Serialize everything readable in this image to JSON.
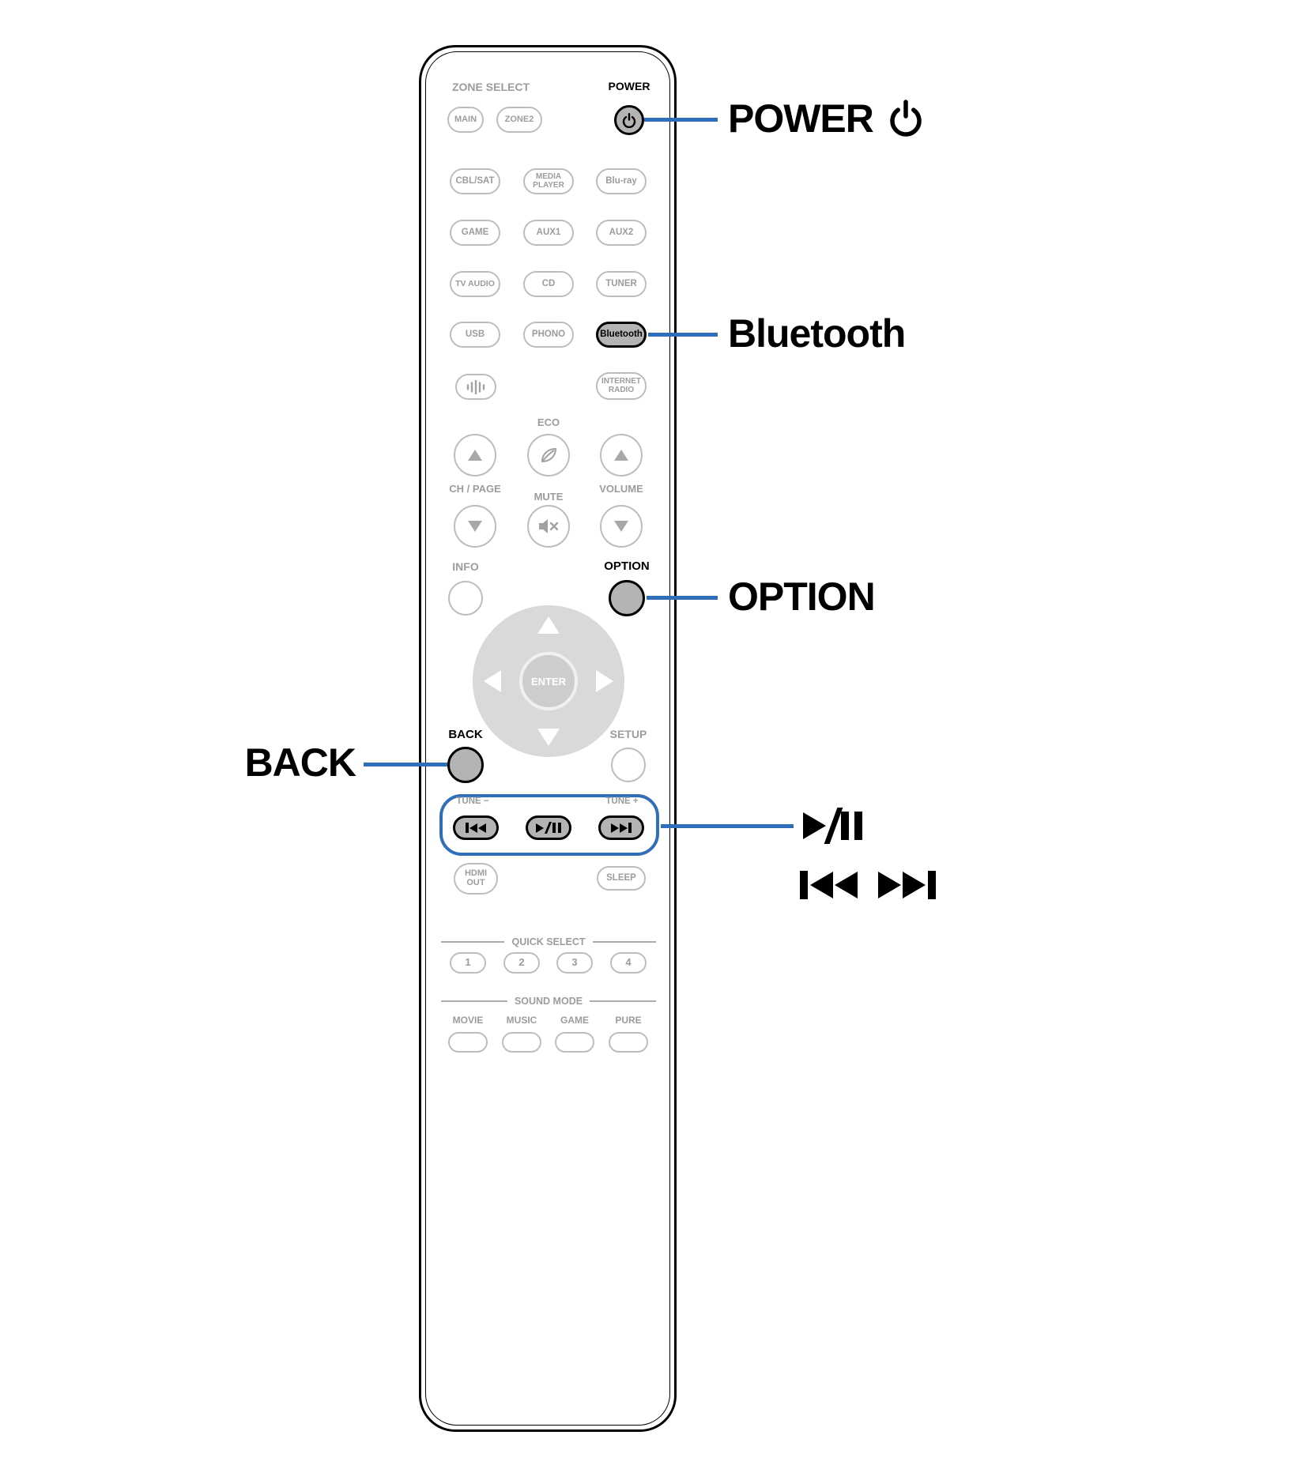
{
  "colors": {
    "accent_blue": "#2f6eb8",
    "button_highlight": "#b4b4b4"
  },
  "icons": {
    "power": "power-icon",
    "mute": "speaker-mute-icon",
    "eco": "leaf-icon",
    "network": "equalizer-icon",
    "play_pause": "play-pause-icon",
    "skip_back": "skip-back-icon",
    "skip_forward": "skip-forward-icon"
  },
  "remote": {
    "top": {
      "zone_select": "ZONE SELECT",
      "power": "POWER",
      "main": "MAIN",
      "zone2": "ZONE2"
    },
    "sources": {
      "cbl_sat": "CBL/SAT",
      "media_player": "MEDIA\nPLAYER",
      "blu_ray": "Blu-ray",
      "game": "GAME",
      "aux1": "AUX1",
      "aux2": "AUX2",
      "tv_audio": "TV AUDIO",
      "cd": "CD",
      "tuner": "TUNER",
      "usb": "USB",
      "phono": "PHONO",
      "bluetooth": "Bluetooth",
      "internet_radio": "INTERNET\nRADIO"
    },
    "mid": {
      "eco": "ECO",
      "ch_page": "CH / PAGE",
      "mute": "MUTE",
      "volume": "VOLUME",
      "info": "INFO",
      "option": "OPTION",
      "enter": "ENTER",
      "back": "BACK",
      "setup": "SETUP"
    },
    "transport": {
      "tune_minus": "TUNE −",
      "tune_plus": "TUNE +"
    },
    "bottom": {
      "hdmi_out": "HDMI\nOUT",
      "sleep": "SLEEP",
      "quick_select": "QUICK SELECT",
      "qs": [
        "1",
        "2",
        "3",
        "4"
      ],
      "sound_mode": "SOUND MODE",
      "modes": [
        "MOVIE",
        "MUSIC",
        "GAME",
        "PURE"
      ]
    }
  },
  "callouts": {
    "power": "POWER",
    "bluetooth": "Bluetooth",
    "option": "OPTION",
    "back": "BACK"
  }
}
